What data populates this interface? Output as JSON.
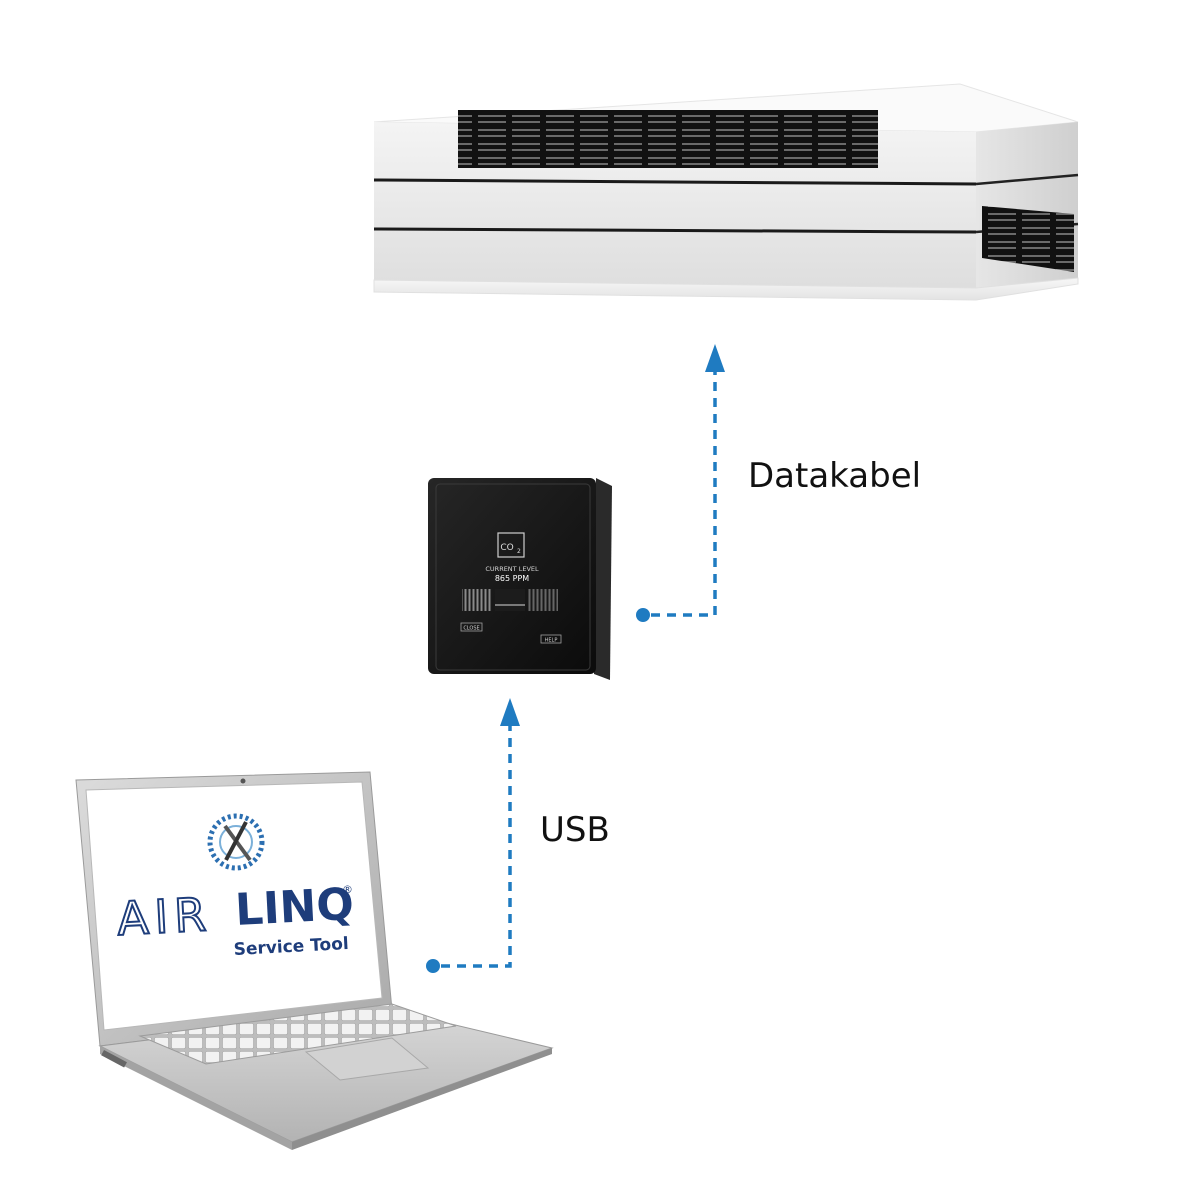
{
  "connections": {
    "top_label": "Datakabel",
    "bottom_label": "USB"
  },
  "panel_screen": {
    "icon_text": "CO",
    "icon_sub": "2",
    "title": "CURRENT LEVEL",
    "value": "865 PPM",
    "left_button": "CLOSE",
    "right_button": "HELP"
  },
  "laptop_screen": {
    "logo_part1": "AIR",
    "logo_part2": "LINQ",
    "registered": "®",
    "subtitle": "Service Tool"
  },
  "colors": {
    "connector": "#1f7bc1",
    "brand_blue": "#1e3d7b",
    "panel_black": "#121212"
  }
}
